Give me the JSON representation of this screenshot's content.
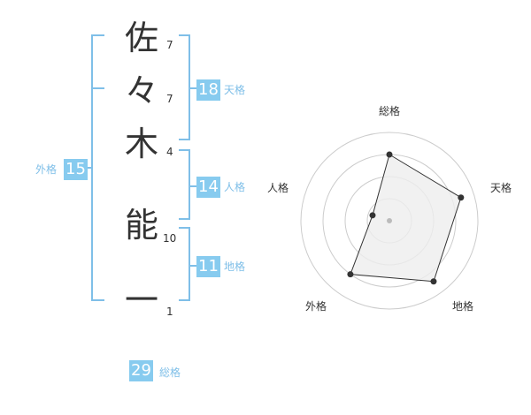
{
  "name": {
    "characters": [
      {
        "char": "佐",
        "strokes": "7"
      },
      {
        "char": "々",
        "strokes": "7"
      },
      {
        "char": "木",
        "strokes": "4"
      },
      {
        "char": "能",
        "strokes": "10"
      },
      {
        "char": "一",
        "strokes": "1"
      }
    ]
  },
  "kaku": {
    "tenkaku": {
      "value": "18",
      "label": "天格"
    },
    "jinkaku": {
      "value": "14",
      "label": "人格"
    },
    "chikaku": {
      "value": "11",
      "label": "地格"
    },
    "gaikaku": {
      "value": "15",
      "label": "外格"
    },
    "soukaku": {
      "value": "29",
      "label": "総格"
    }
  },
  "colors": {
    "accent": "#87cbef",
    "bracket": "#7fbfe8",
    "text": "#333333",
    "radar_fill": "#eeeeee",
    "radar_grid": "#cccccc"
  },
  "chart_data": {
    "type": "radar",
    "axes": [
      "総格",
      "天格",
      "地格",
      "外格",
      "人格"
    ],
    "values": [
      0.75,
      0.85,
      0.85,
      0.75,
      0.2
    ],
    "rings": 4,
    "max": 1
  }
}
